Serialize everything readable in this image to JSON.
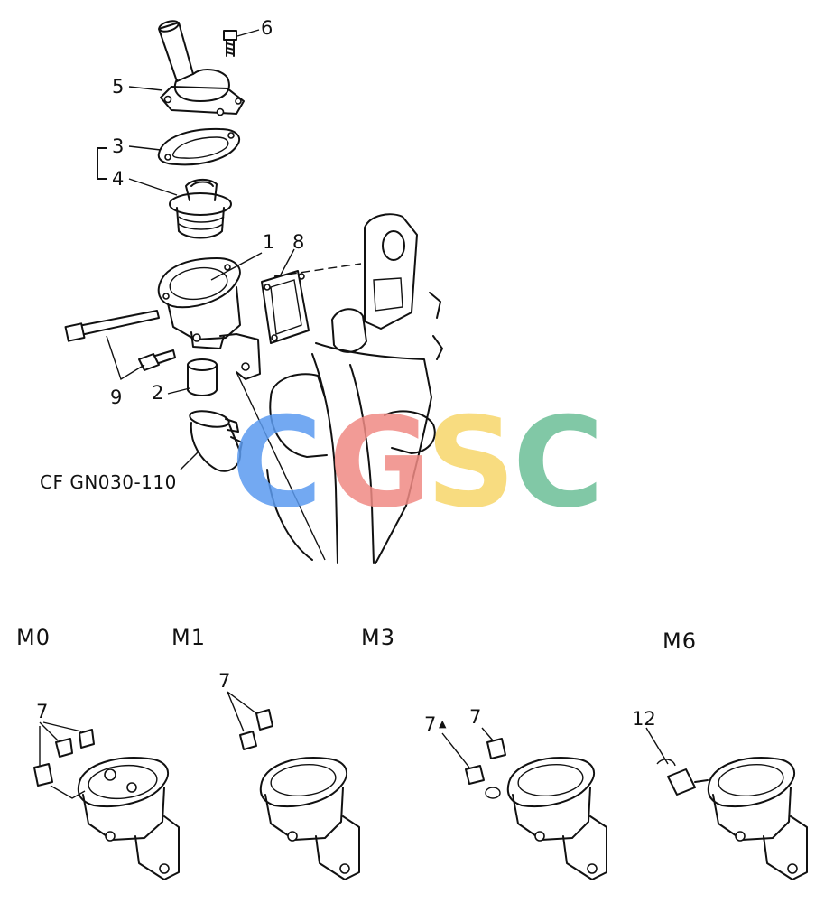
{
  "callouts": {
    "c1": "1",
    "c2": "2",
    "c3": "3",
    "c4": "4",
    "c5": "5",
    "c6": "6",
    "c8": "8",
    "c9": "9"
  },
  "reference_code": "CF GN030-110",
  "variants": [
    {
      "label": "M0",
      "callouts": [
        "7"
      ]
    },
    {
      "label": "M1",
      "callouts": [
        "7"
      ]
    },
    {
      "label": "M3",
      "callouts": [
        "7",
        "7"
      ]
    },
    {
      "label": "M6",
      "callouts": [
        "12"
      ]
    }
  ],
  "m3_marker": "▲",
  "watermark": {
    "letters": [
      "C",
      "G",
      "S",
      "C"
    ],
    "colors": [
      "#5b9bf0",
      "#f08a84",
      "#f7d66a",
      "#6cbf97"
    ]
  }
}
